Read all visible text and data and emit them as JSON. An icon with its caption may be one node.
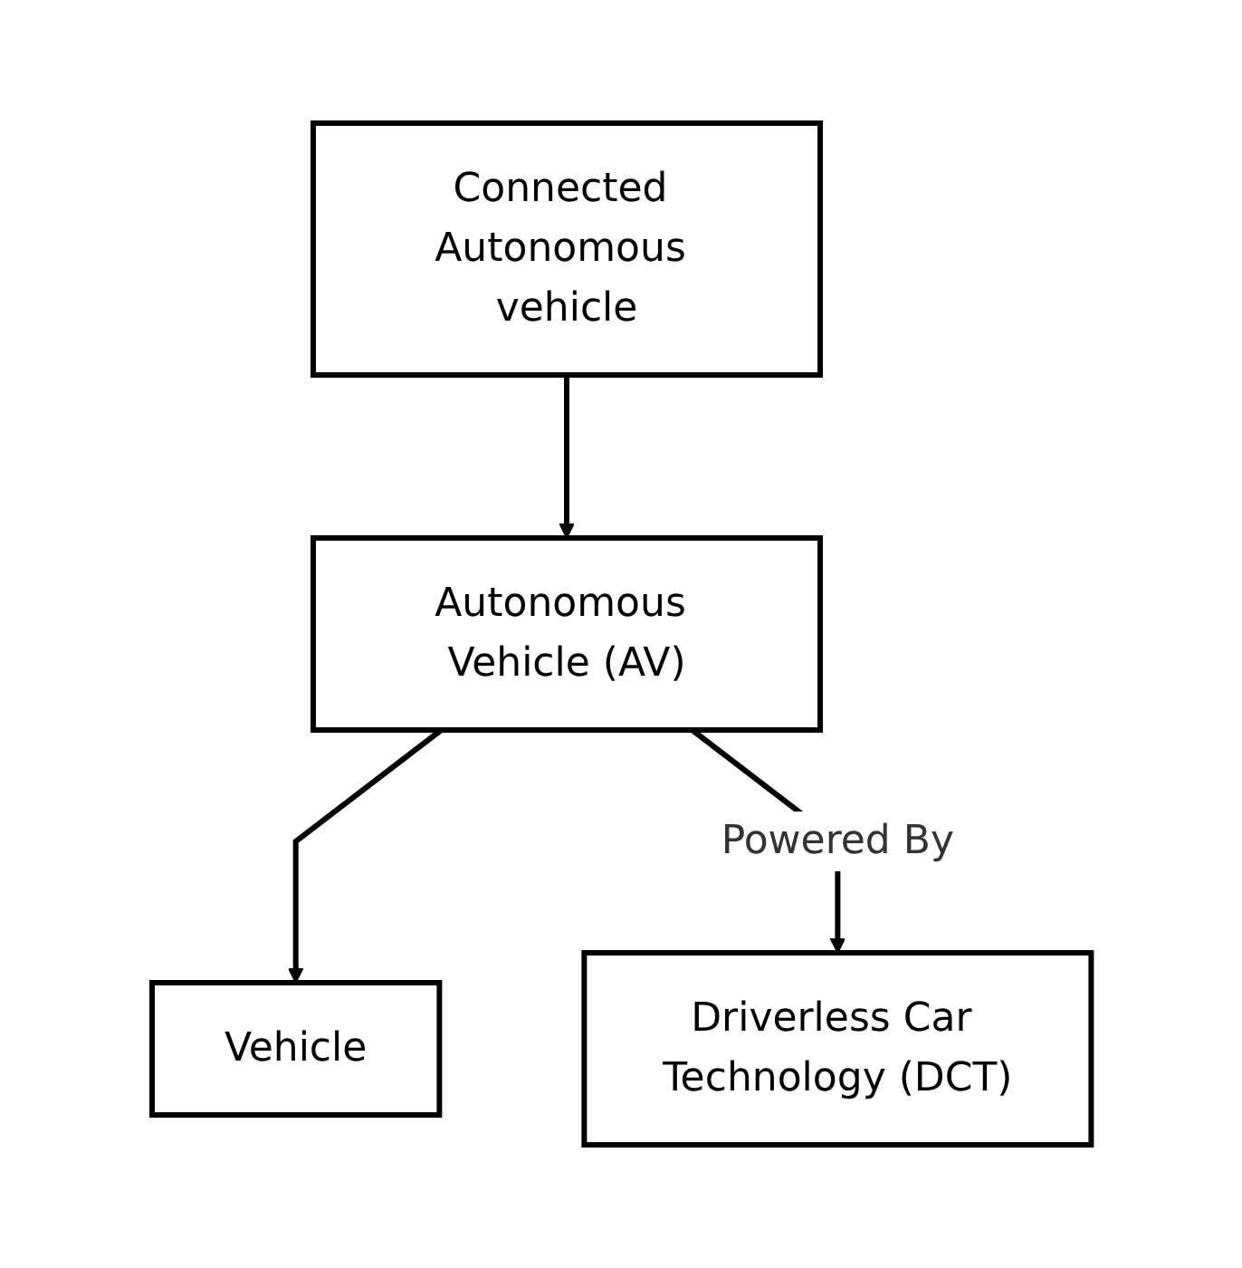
{
  "diagram": {
    "nodes": [
      {
        "text": [
          "Vehicle"
        ]
      },
      {
        "text": [
          "Autonomous Vehicle (AV)"
        ]
      },
      {
        "text": [
          "Connected Autonomous vehicle"
        ]
      },
      {
        "text": [
          "Driverless Car Technology (DCT)"
        ]
      }
    ],
    "edges": [
      {
        "from": 1,
        "to": 0,
        "arrow": "to"
      },
      {
        "from": 2,
        "to": 1,
        "arrow": "to"
      },
      {
        "from": 1,
        "to": 3,
        "arrow": "to",
        "label": "Powered By"
      }
    ]
  }
}
